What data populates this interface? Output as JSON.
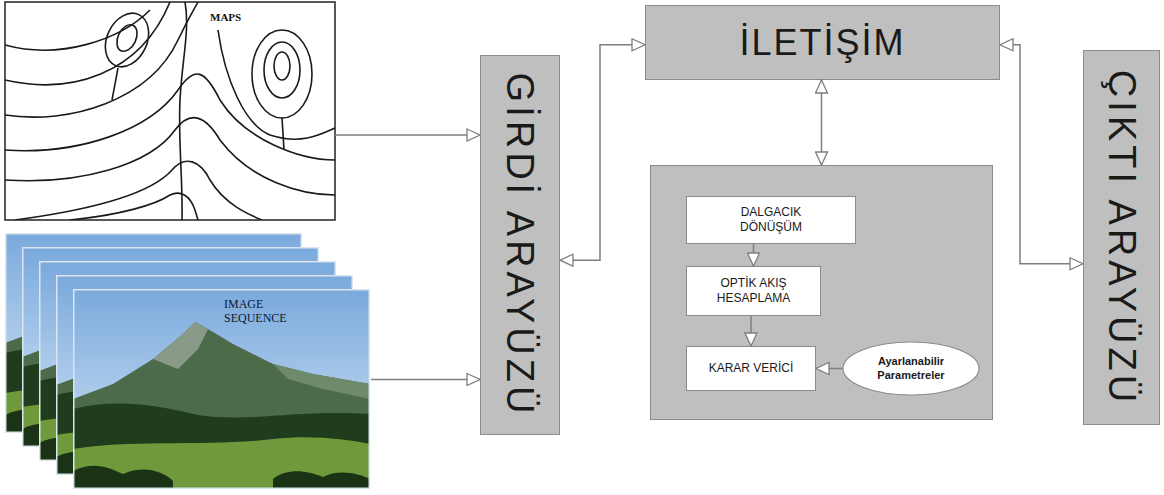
{
  "diagram": {
    "nodes": [
      {
        "text": [
          "MAPS"
        ]
      },
      {
        "text": [
          "IMAGE SEQUENCE"
        ]
      },
      {
        "text": [
          "GİRDİ ARAYÜZÜ"
        ]
      },
      {
        "text": [
          "İLETİŞİM"
        ]
      },
      {
        "text": []
      },
      {
        "text": [
          "DALGACIK DÖNÜŞÜM"
        ],
        "in": 4
      },
      {
        "text": [
          "OPTİK AKIŞ HESAPLAMA"
        ],
        "in": 4
      },
      {
        "text": [
          "KARAR VERİCİ"
        ],
        "in": 4
      },
      {
        "text": [
          "Ayarlanabilir Parametreler"
        ],
        "in": 4
      },
      {
        "text": [
          "ÇIKTI ARAYÜZÜ"
        ]
      }
    ],
    "edges": [
      {
        "from": 0,
        "to": 2,
        "arrow": "to"
      },
      {
        "from": 1,
        "to": 2,
        "arrow": "to"
      },
      {
        "from": 2,
        "to": 3,
        "arrow": "both"
      },
      {
        "from": 3,
        "to": 4,
        "arrow": "both"
      },
      {
        "from": 3,
        "to": 9,
        "arrow": "both"
      },
      {
        "from": 5,
        "to": 6,
        "arrow": "to"
      },
      {
        "from": 6,
        "to": 7,
        "arrow": "to"
      },
      {
        "from": 8,
        "to": 7,
        "arrow": "to"
      }
    ]
  }
}
